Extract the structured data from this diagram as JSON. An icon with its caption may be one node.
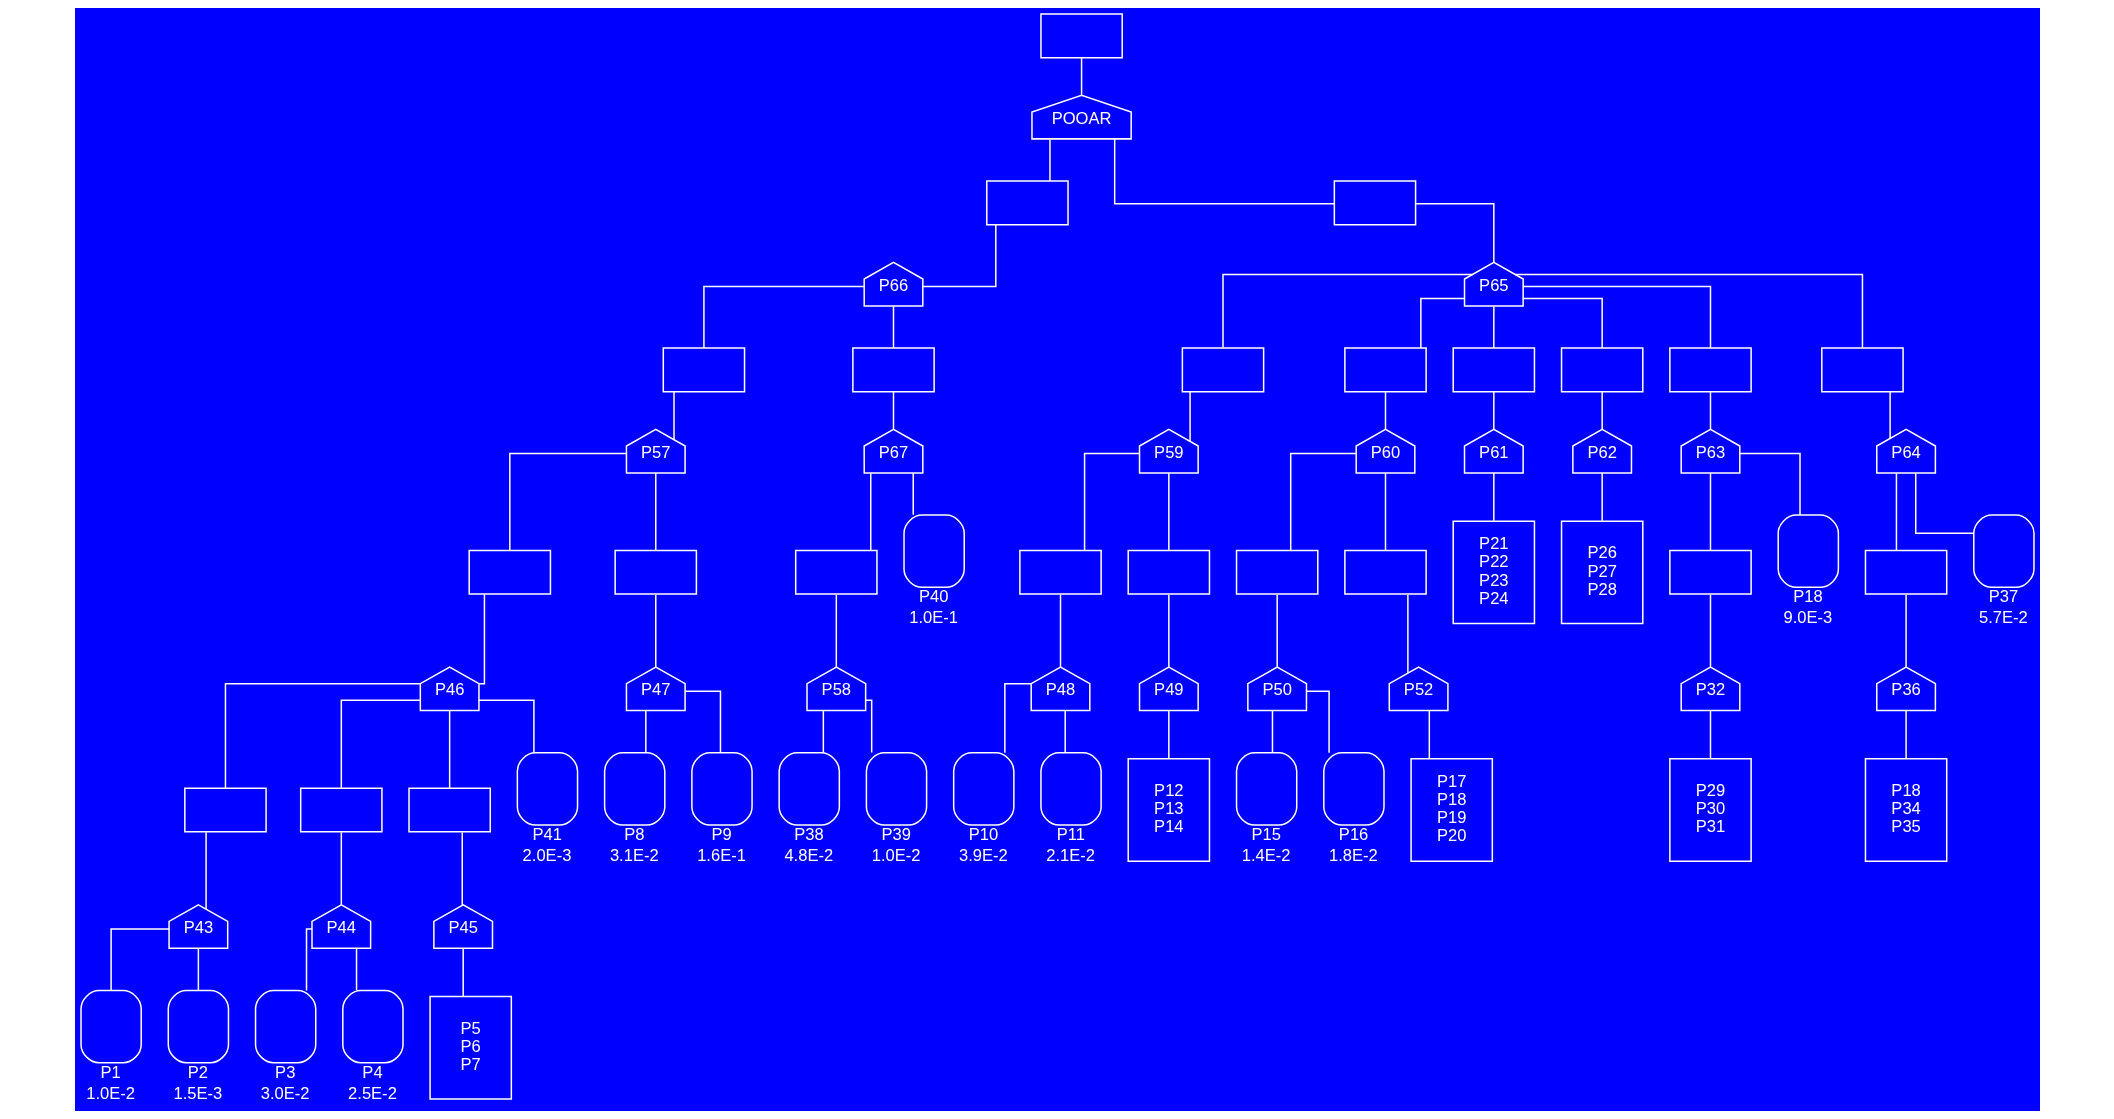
{
  "diagram": {
    "nodes": [
      {
        "text": [],
        "shape": "box"
      },
      {
        "text": [
          "POOAR"
        ]
      },
      {
        "text": [],
        "shape": "box"
      },
      {
        "text": [
          "P66"
        ]
      },
      {
        "text": [],
        "shape": "box"
      },
      {
        "text": [
          "P65"
        ]
      },
      {
        "text": [],
        "shape": "box"
      },
      {
        "text": [
          "P57"
        ]
      },
      {
        "text": [],
        "shape": "box"
      },
      {
        "text": [
          "P67"
        ]
      },
      {
        "text": [],
        "shape": "box"
      },
      {
        "text": [
          "P59"
        ]
      },
      {
        "text": [],
        "shape": "box"
      },
      {
        "text": [
          "P60"
        ]
      },
      {
        "text": [],
        "shape": "box"
      },
      {
        "text": [
          "P61"
        ]
      },
      {
        "text": [],
        "shape": "box"
      },
      {
        "text": [
          "P62"
        ]
      },
      {
        "text": [],
        "shape": "box"
      },
      {
        "text": [
          "P63"
        ]
      },
      {
        "text": [],
        "shape": "box"
      },
      {
        "text": [
          "P64"
        ]
      },
      {
        "text": [],
        "shape": "box"
      },
      {
        "text": [
          "P46"
        ]
      },
      {
        "text": [],
        "shape": "box"
      },
      {
        "text": [
          "P47"
        ]
      },
      {
        "text": [],
        "shape": "box"
      },
      {
        "text": [
          "P58"
        ]
      },
      {
        "text": [
          "P40"
        ],
        "beside": [
          "1.0E-1"
        ]
      },
      {
        "text": [],
        "shape": "box"
      },
      {
        "text": [
          "P48"
        ]
      },
      {
        "text": [],
        "shape": "box"
      },
      {
        "text": [
          "P49"
        ]
      },
      {
        "text": [],
        "shape": "box"
      },
      {
        "text": [
          "P50"
        ]
      },
      {
        "text": [],
        "shape": "box"
      },
      {
        "text": [
          "P52"
        ]
      },
      {
        "text": [
          "P21",
          "P22",
          "P23",
          "P24"
        ]
      },
      {
        "text": [
          "P26",
          "P27",
          "P28"
        ]
      },
      {
        "text": [],
        "shape": "box"
      },
      {
        "text": [
          "P32"
        ]
      },
      {
        "text": [
          "P18"
        ],
        "beside": [
          "9.0E-3"
        ]
      },
      {
        "text": [],
        "shape": "box"
      },
      {
        "text": [
          "P36"
        ]
      },
      {
        "text": [
          "P37"
        ],
        "beside": [
          "5.7E-2"
        ]
      },
      {
        "text": [],
        "shape": "box"
      },
      {
        "text": [
          "P43"
        ]
      },
      {
        "text": [],
        "shape": "box"
      },
      {
        "text": [
          "P44"
        ]
      },
      {
        "text": [],
        "shape": "box"
      },
      {
        "text": [
          "P45"
        ]
      },
      {
        "text": [
          "P41"
        ],
        "beside": [
          "2.0E-3"
        ]
      },
      {
        "text": [
          "P8"
        ],
        "beside": [
          "3.1E-2"
        ]
      },
      {
        "text": [
          "P9"
        ],
        "beside": [
          "1.6E-1"
        ]
      },
      {
        "text": [
          "P38"
        ],
        "beside": [
          "4.8E-2"
        ]
      },
      {
        "text": [
          "P39"
        ],
        "beside": [
          "1.0E-2"
        ]
      },
      {
        "text": [
          "P10"
        ],
        "beside": [
          "3.9E-2"
        ]
      },
      {
        "text": [
          "P11"
        ],
        "beside": [
          "2.1E-2"
        ]
      },
      {
        "text": [
          "P12",
          "P13",
          "P14"
        ]
      },
      {
        "text": [
          "P15"
        ],
        "beside": [
          "1.4E-2"
        ]
      },
      {
        "text": [
          "P16"
        ],
        "beside": [
          "1.8E-2"
        ]
      },
      {
        "text": [
          "P17",
          "P18",
          "P19",
          "P20"
        ]
      },
      {
        "text": [
          "P29",
          "P30",
          "P31"
        ]
      },
      {
        "text": [
          "P18",
          "P34",
          "P35"
        ]
      },
      {
        "text": [
          "P1"
        ],
        "beside": [
          "1.0E-2"
        ]
      },
      {
        "text": [
          "P2"
        ],
        "beside": [
          "1.5E-3"
        ]
      },
      {
        "text": [
          "P3"
        ],
        "beside": [
          "3.0E-2"
        ]
      },
      {
        "text": [
          "P4"
        ],
        "beside": [
          "2.5E-2"
        ]
      },
      {
        "text": [
          "P5",
          "P6",
          "P7"
        ]
      }
    ],
    "edges": [
      {
        "from": 0,
        "to": 1,
        "arrow": "none"
      },
      {
        "from": 1,
        "to": 2,
        "arrow": "none"
      },
      {
        "from": 1,
        "to": 4,
        "arrow": "none"
      },
      {
        "from": 2,
        "to": 3,
        "arrow": "none"
      },
      {
        "from": 4,
        "to": 5,
        "arrow": "none"
      },
      {
        "from": 3,
        "to": 6,
        "arrow": "none"
      },
      {
        "from": 3,
        "to": 8,
        "arrow": "none"
      },
      {
        "from": 5,
        "to": 10,
        "arrow": "none"
      },
      {
        "from": 5,
        "to": 12,
        "arrow": "none"
      },
      {
        "from": 5,
        "to": 14,
        "arrow": "none"
      },
      {
        "from": 5,
        "to": 16,
        "arrow": "none"
      },
      {
        "from": 5,
        "to": 18,
        "arrow": "none"
      },
      {
        "from": 5,
        "to": 20,
        "arrow": "none"
      },
      {
        "from": 6,
        "to": 7,
        "arrow": "none"
      },
      {
        "from": 8,
        "to": 9,
        "arrow": "none"
      },
      {
        "from": 10,
        "to": 11,
        "arrow": "none"
      },
      {
        "from": 12,
        "to": 13,
        "arrow": "none"
      },
      {
        "from": 14,
        "to": 15,
        "arrow": "none"
      },
      {
        "from": 16,
        "to": 17,
        "arrow": "none"
      },
      {
        "from": 18,
        "to": 19,
        "arrow": "none"
      },
      {
        "from": 20,
        "to": 21,
        "arrow": "none"
      },
      {
        "from": 7,
        "to": 22,
        "arrow": "none"
      },
      {
        "from": 7,
        "to": 24,
        "arrow": "none"
      },
      {
        "from": 9,
        "to": 26,
        "arrow": "none"
      },
      {
        "from": 9,
        "to": 28,
        "arrow": "none"
      },
      {
        "from": 11,
        "to": 29,
        "arrow": "none"
      },
      {
        "from": 11,
        "to": 31,
        "arrow": "none"
      },
      {
        "from": 13,
        "to": 33,
        "arrow": "none"
      },
      {
        "from": 13,
        "to": 35,
        "arrow": "none"
      },
      {
        "from": 15,
        "to": 37,
        "arrow": "none"
      },
      {
        "from": 17,
        "to": 38,
        "arrow": "none"
      },
      {
        "from": 19,
        "to": 39,
        "arrow": "none"
      },
      {
        "from": 19,
        "to": 41,
        "arrow": "none"
      },
      {
        "from": 21,
        "to": 42,
        "arrow": "none"
      },
      {
        "from": 21,
        "to": 44,
        "arrow": "none"
      },
      {
        "from": 22,
        "to": 23,
        "arrow": "none"
      },
      {
        "from": 24,
        "to": 25,
        "arrow": "none"
      },
      {
        "from": 26,
        "to": 27,
        "arrow": "none"
      },
      {
        "from": 29,
        "to": 30,
        "arrow": "none"
      },
      {
        "from": 31,
        "to": 32,
        "arrow": "none"
      },
      {
        "from": 33,
        "to": 34,
        "arrow": "none"
      },
      {
        "from": 35,
        "to": 36,
        "arrow": "none"
      },
      {
        "from": 39,
        "to": 40,
        "arrow": "none"
      },
      {
        "from": 42,
        "to": 43,
        "arrow": "none"
      },
      {
        "from": 23,
        "to": 45,
        "arrow": "none"
      },
      {
        "from": 23,
        "to": 47,
        "arrow": "none"
      },
      {
        "from": 23,
        "to": 49,
        "arrow": "none"
      },
      {
        "from": 23,
        "to": 51,
        "arrow": "none"
      },
      {
        "from": 25,
        "to": 52,
        "arrow": "none"
      },
      {
        "from": 25,
        "to": 53,
        "arrow": "none"
      },
      {
        "from": 27,
        "to": 54,
        "arrow": "none"
      },
      {
        "from": 27,
        "to": 55,
        "arrow": "none"
      },
      {
        "from": 30,
        "to": 56,
        "arrow": "none"
      },
      {
        "from": 30,
        "to": 57,
        "arrow": "none"
      },
      {
        "from": 32,
        "to": 58,
        "arrow": "none"
      },
      {
        "from": 34,
        "to": 59,
        "arrow": "none"
      },
      {
        "from": 34,
        "to": 60,
        "arrow": "none"
      },
      {
        "from": 36,
        "to": 61,
        "arrow": "none"
      },
      {
        "from": 40,
        "to": 62,
        "arrow": "none"
      },
      {
        "from": 43,
        "to": 63,
        "arrow": "none"
      },
      {
        "from": 45,
        "to": 46,
        "arrow": "none"
      },
      {
        "from": 47,
        "to": 48,
        "arrow": "none"
      },
      {
        "from": 49,
        "to": 50,
        "arrow": "none"
      },
      {
        "from": 46,
        "to": 64,
        "arrow": "none"
      },
      {
        "from": 46,
        "to": 65,
        "arrow": "none"
      },
      {
        "from": 48,
        "to": 66,
        "arrow": "none"
      },
      {
        "from": 48,
        "to": 67,
        "arrow": "none"
      },
      {
        "from": 50,
        "to": 68,
        "arrow": "none"
      }
    ]
  }
}
